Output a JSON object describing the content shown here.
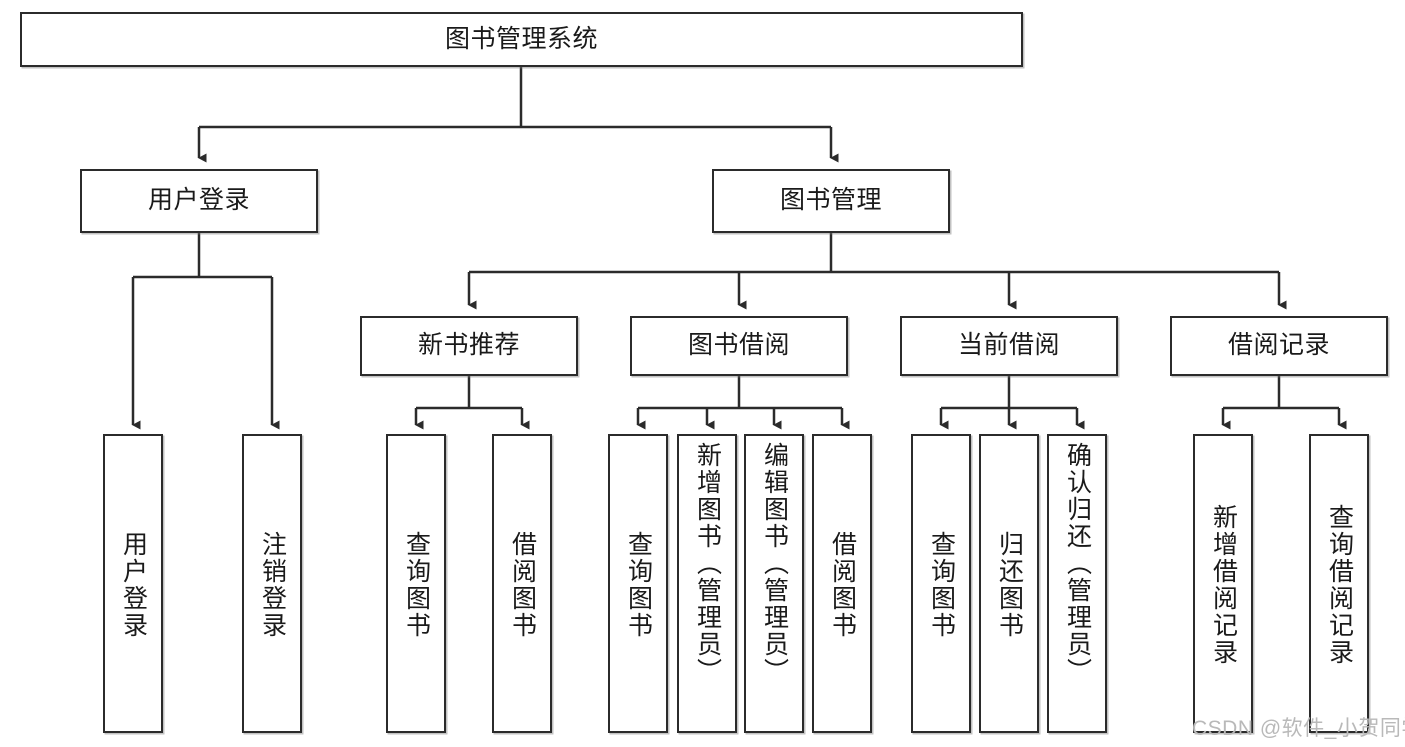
{
  "diagram": {
    "title_node": {
      "label": "图书管理系统"
    },
    "level2": [
      {
        "id": "user-login",
        "label": "用户登录"
      },
      {
        "id": "book-management",
        "label": "图书管理"
      }
    ],
    "level3": [
      {
        "id": "new-book-recommend",
        "label": "新书推荐"
      },
      {
        "id": "book-borrow",
        "label": "图书借阅"
      },
      {
        "id": "current-borrow",
        "label": "当前借阅"
      },
      {
        "id": "borrow-record",
        "label": "借阅记录"
      }
    ],
    "leaves": [
      {
        "id": "leaf-user-login",
        "label": "用户登录",
        "parent": "user-login"
      },
      {
        "id": "leaf-logout-login",
        "label": "注销登录",
        "parent": "user-login"
      },
      {
        "id": "leaf-query-book-1",
        "label": "查询图书",
        "parent": "new-book-recommend"
      },
      {
        "id": "leaf-borrow-book-1",
        "label": "借阅图书",
        "parent": "new-book-recommend"
      },
      {
        "id": "leaf-query-book-2",
        "label": "查询图书",
        "parent": "book-borrow"
      },
      {
        "id": "leaf-add-book",
        "label": "新增图书（管理员）",
        "parent": "book-borrow"
      },
      {
        "id": "leaf-edit-book",
        "label": "编辑图书（管理员）",
        "parent": "book-borrow"
      },
      {
        "id": "leaf-borrow-book-2",
        "label": "借阅图书",
        "parent": "book-borrow"
      },
      {
        "id": "leaf-query-book-3",
        "label": "查询图书",
        "parent": "current-borrow"
      },
      {
        "id": "leaf-return-book",
        "label": "归还图书",
        "parent": "current-borrow"
      },
      {
        "id": "leaf-confirm-return",
        "label": "确认归还（管理员）",
        "parent": "current-borrow"
      },
      {
        "id": "leaf-add-record",
        "label": "新增借阅记录",
        "parent": "borrow-record"
      },
      {
        "id": "leaf-query-record",
        "label": "查询借阅记录",
        "parent": "borrow-record"
      }
    ],
    "watermark": "CSDN @软件_小贺同学",
    "colors": {
      "stroke": "#2b2b2b",
      "fill": "#ffffff",
      "text": "#1a1a1a",
      "watermark": "#b9b9b9"
    }
  }
}
